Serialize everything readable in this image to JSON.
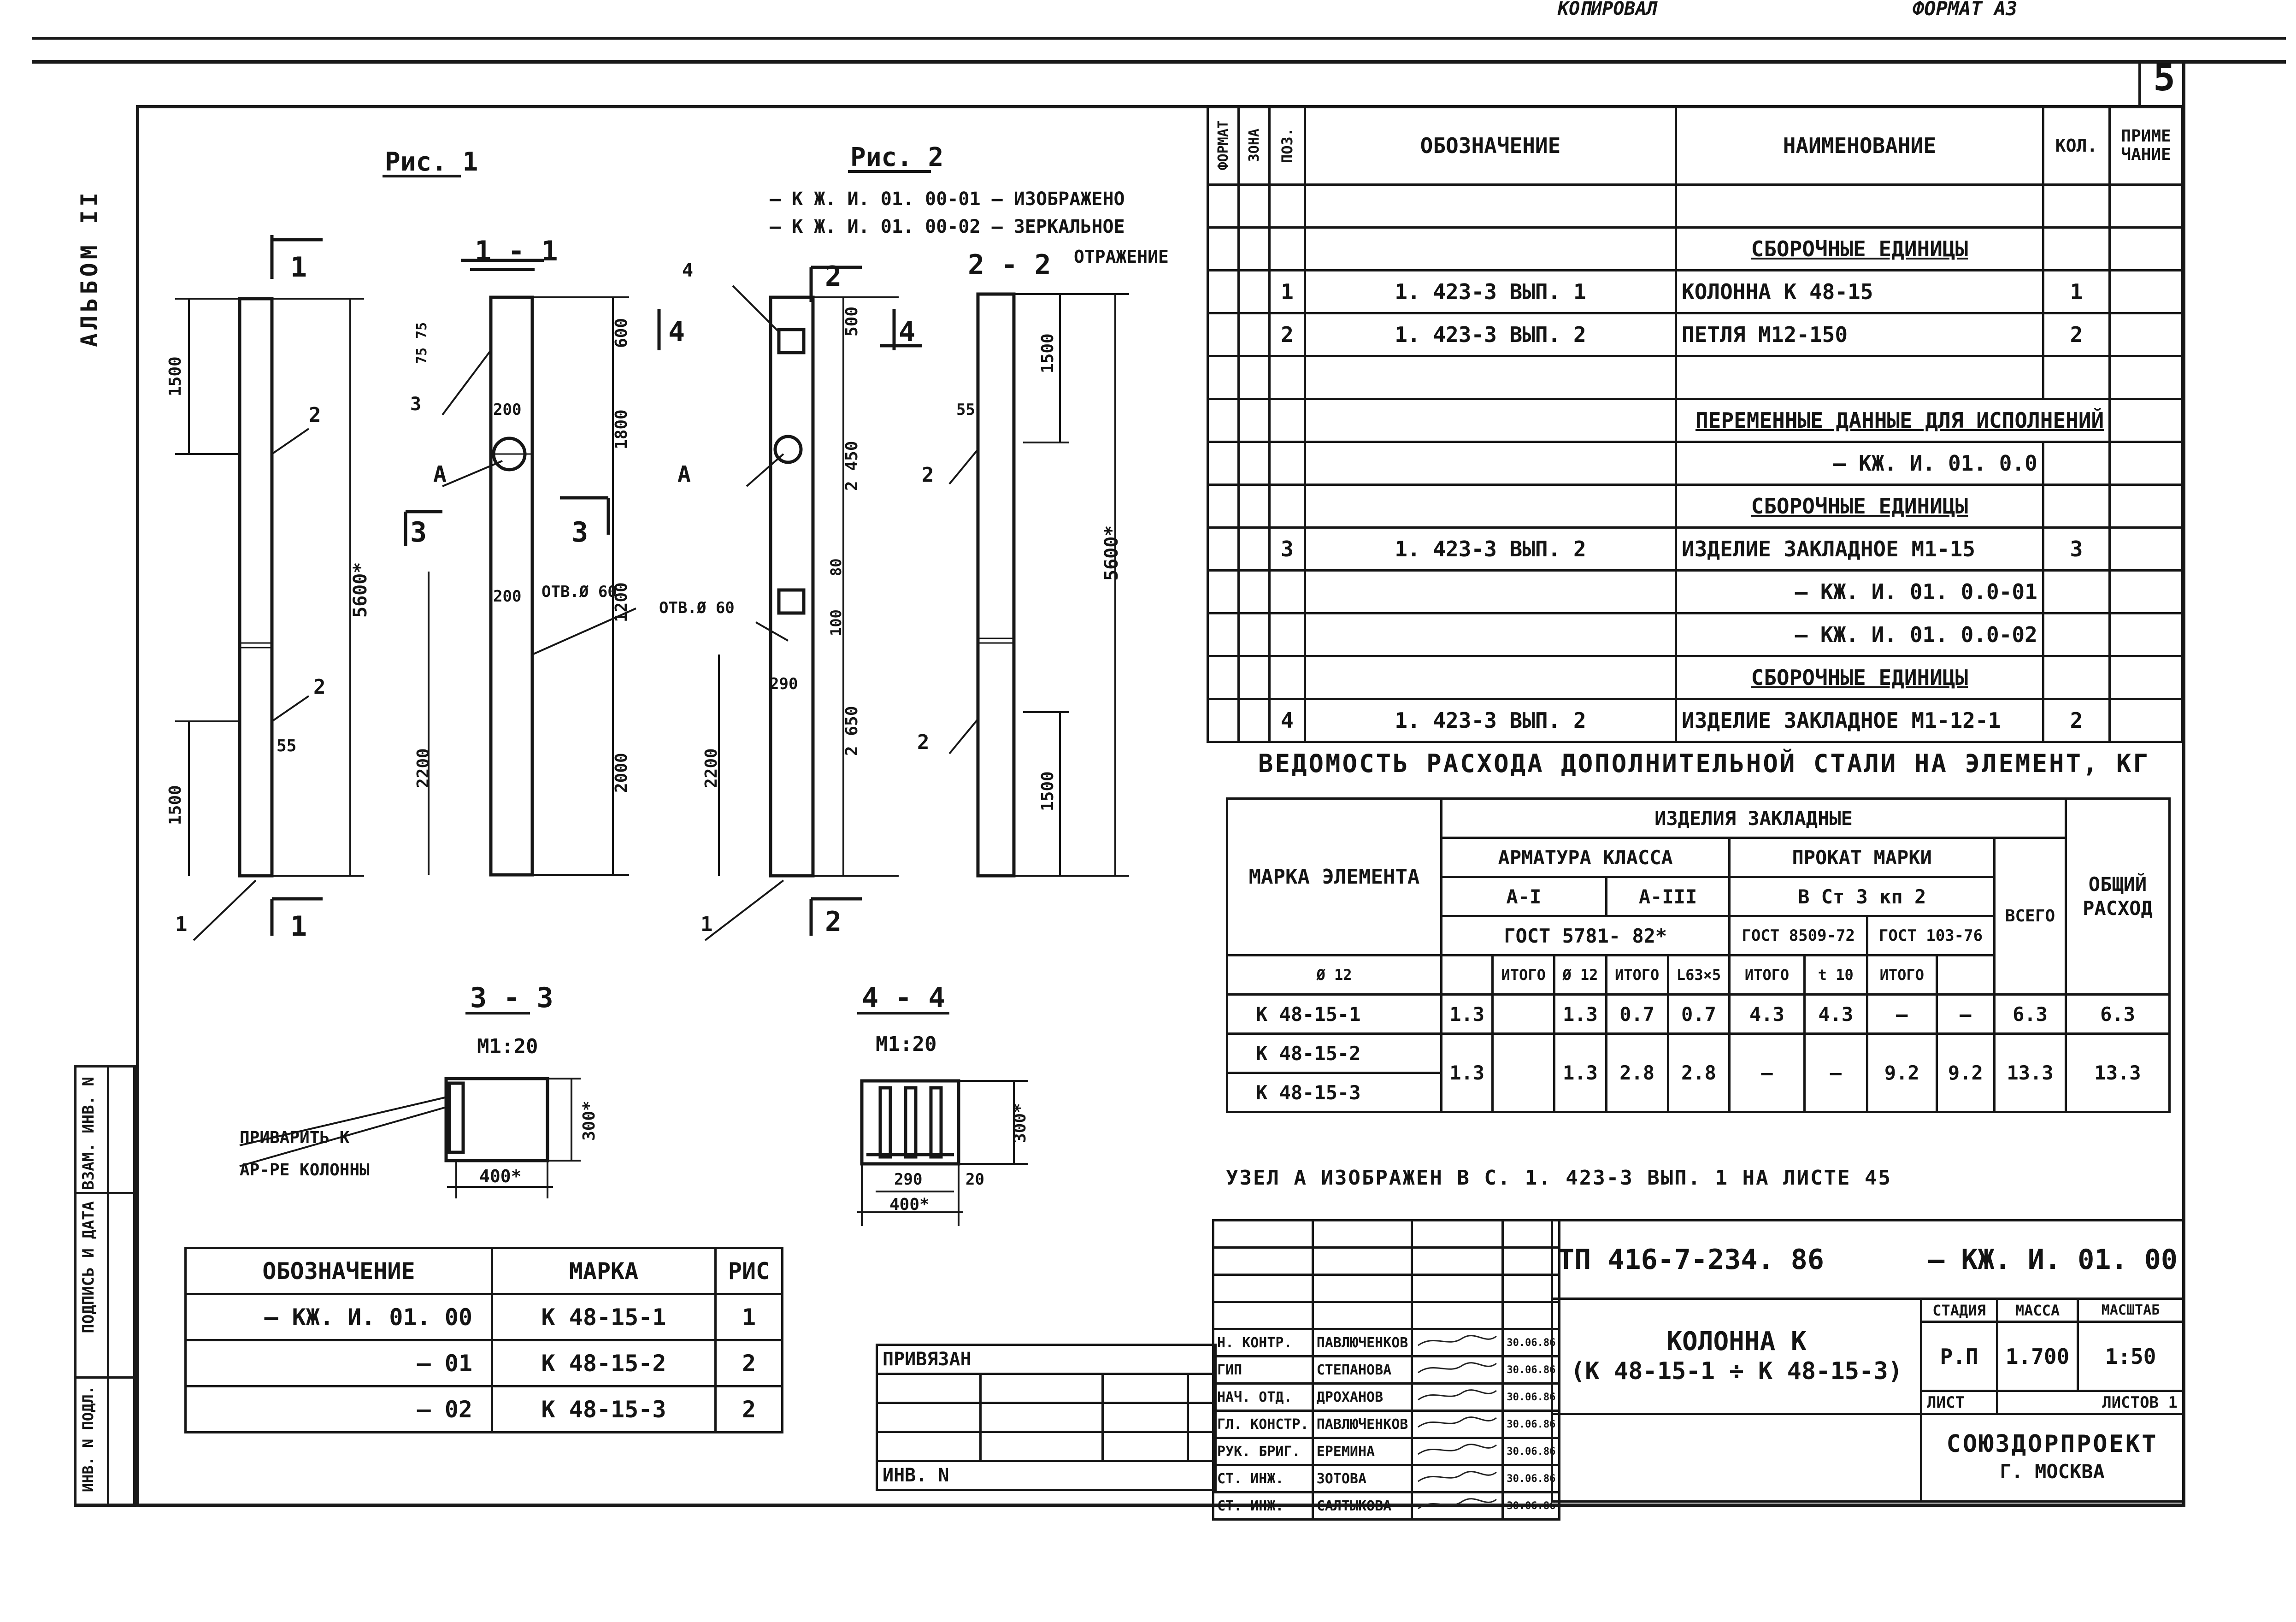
{
  "top": {
    "copied": "КОПИРОВАЛ",
    "format": "ФОРМАТ А3",
    "sheet_no": "5"
  },
  "album": "АЛЬБОМ II",
  "left_strip": [
    "ВЗАМ. ИНВ. N",
    "ПОДПИСЬ И ДАТА",
    "ИНВ. N ПОДЛ."
  ],
  "drawing": {
    "fig1": "Рис. 1",
    "fig2": "Рис. 2",
    "fig2_note1": "— К Ж. И. 01. 00-01 — ИЗОБРАЖЕНО",
    "fig2_note2": "— К Ж. И. 01. 00-02 — ЗЕРКАЛЬНОЕ",
    "fig2_note3": "ОТРАЖЕНИЕ",
    "sec11": "1 - 1",
    "sec22": "2 - 2",
    "sec33": "3 - 3",
    "sec44": "4 - 4",
    "scale33": "М1:20",
    "scale44": "М1:20",
    "weld_note1": "ПРИВАРИТЬ К",
    "weld_note2": "АР-РЕ КОЛОННЫ",
    "dims": {
      "d1500": "1500",
      "d5600s": "5600*",
      "d55": "55",
      "d75": "75",
      "d200": "200",
      "d600": "600",
      "d1800": "1800",
      "d1200": "1200",
      "d2200": "2200",
      "d2000": "2000",
      "otv60": "ОТВ.Ø 60",
      "d500": "500",
      "d2450": "2 450",
      "d80": "80",
      "d100": "100",
      "d290": "290",
      "d2650": "2 650",
      "d400s": "400*",
      "d300s": "300*",
      "d20": "20",
      "sA": "А",
      "s1": "1",
      "s2": "2",
      "s3": "3",
      "s4": "4"
    }
  },
  "spec": {
    "headers": {
      "format": "ФОРМАТ",
      "zone": "ЗОНА",
      "pos": "ПОЗ.",
      "designation": "ОБОЗНАЧЕНИЕ",
      "name": "НАИМЕНОВАНИЕ",
      "qty": "КОЛ.",
      "note": "ПРИМЕ ЧАНИЕ"
    },
    "rows": [
      {
        "pos": "",
        "des": "",
        "name": "",
        "qty": ""
      },
      {
        "pos": "",
        "des": "",
        "name": "СБОРОЧНЫЕ ЕДИНИЦЫ",
        "qty": "",
        "u": true
      },
      {
        "pos": "1",
        "des": "1. 423-3 ВЫП. 1",
        "name": "КОЛОННА К 48-15",
        "qty": "1"
      },
      {
        "pos": "2",
        "des": "1. 423-3 ВЫП. 2",
        "name": "ПЕТЛЯ М12-150",
        "qty": "2"
      },
      {
        "pos": "",
        "des": "",
        "name": "",
        "qty": ""
      },
      {
        "pos": "",
        "des": "",
        "name": "ПЕРЕМЕННЫЕ ДАННЫЕ ДЛЯ ИСПОЛНЕНИЙ",
        "qty": "",
        "span": true,
        "u": true
      },
      {
        "pos": "",
        "des": "",
        "name": "— КЖ. И. 01. 0.0",
        "qty": "",
        "r": true
      },
      {
        "pos": "",
        "des": "",
        "name": "СБОРОЧНЫЕ ЕДИНИЦЫ",
        "qty": "",
        "u": true
      },
      {
        "pos": "3",
        "des": "1. 423-3 ВЫП. 2",
        "name": "ИЗДЕЛИЕ ЗАКЛАДНОЕ М1-15",
        "qty": "3"
      },
      {
        "pos": "",
        "des": "",
        "name": "— КЖ. И. 01. 0.0-01",
        "qty": "",
        "r": true
      },
      {
        "pos": "",
        "des": "",
        "name": "— КЖ. И. 01. 0.0-02",
        "qty": "",
        "r": true
      },
      {
        "pos": "",
        "des": "",
        "name": "СБОРОЧНЫЕ ЕДИНИЦЫ",
        "qty": "",
        "u": true
      },
      {
        "pos": "4",
        "des": "1. 423-3 ВЫП. 2",
        "name": "ИЗДЕЛИЕ ЗАКЛАДНОЕ М1-12-1",
        "qty": "2"
      }
    ]
  },
  "steel": {
    "title": "ВЕДОМОСТЬ РАСХОДА ДОПОЛНИТЕЛЬНОЙ СТАЛИ НА ЭЛЕМЕНТ, КГ",
    "h_mark": "МАРКА ЭЛЕМЕНТА",
    "h_embedded": "ИЗДЕЛИЯ ЗАКЛАДНЫЕ",
    "h_rebar": "АРМАТУРА КЛАССА",
    "h_rolled": "ПРОКАТ МАРКИ",
    "h_a1": "А-I",
    "h_a3": "А-III",
    "h_vst": "В Ст 3 кп 2",
    "h_gost1": "ГОСТ 5781- 82*",
    "h_gost2": "ГОСТ 8509-72",
    "h_gost3": "ГОСТ 103-76",
    "h_total": "ВСЕГО",
    "h_overall": "ОБЩИЙ РАСХОД",
    "sub": [
      "Ø 12",
      "",
      "ИТОГО",
      "Ø 12",
      "ИТОГО",
      "L63×5",
      "ИТОГО",
      "t 10",
      "ИТОГО"
    ],
    "rows": [
      {
        "mark": "К 48-15-1",
        "v": [
          "1.3",
          "",
          "1.3",
          "0.7",
          "0.7",
          "4.3",
          "4.3",
          "—",
          "—",
          "6.3",
          "6.3"
        ]
      },
      {
        "mark": "К 48-15-2",
        "v": [
          "1.3",
          "",
          "1.3",
          "2.8",
          "2.8",
          "—",
          "—",
          "9.2",
          "9.2",
          "13.3",
          "13.3"
        ]
      },
      {
        "mark": "К 48-15-3"
      }
    ],
    "node_note": "УЗЕЛ А ИЗОБРАЖЕН В С. 1. 423-3 ВЫП. 1 НА ЛИСТЕ 45"
  },
  "marks": {
    "headers": [
      "ОБОЗНАЧЕНИЕ",
      "МАРКА",
      "РИС"
    ],
    "rows": [
      [
        "— КЖ. И. 01. 00",
        "К 48-15-1",
        "1"
      ],
      [
        "— 01",
        "К 48-15-2",
        "2"
      ],
      [
        "— 02",
        "К 48-15-3",
        "2"
      ]
    ]
  },
  "binding": {
    "label": "ПРИВЯЗАН",
    "inv": "ИНВ. N"
  },
  "stamp": {
    "rows": [
      [
        "Н. КОНТР.",
        "ПАВЛЮЧЕНКОВ",
        "30.06.86"
      ],
      [
        "ГИП",
        "СТЕПАНОВА",
        "30.06.86"
      ],
      [
        "НАЧ. ОТД.",
        "ДРОХАНОВ",
        "30.06.86"
      ],
      [
        "ГЛ. КОНСТР.",
        "ПАВЛЮЧЕНКОВ",
        "30.06.86"
      ],
      [
        "РУК. БРИГ.",
        "ЕРЕМИНА",
        "30.06.86"
      ],
      [
        "СТ. ИНЖ.",
        "ЗОТОВА",
        "30.06.86"
      ],
      [
        "СТ. ИНЖ.",
        "САЛТЫКОВА",
        "30.06.86"
      ]
    ],
    "doc_code": "ТП 416-7-234. 86",
    "doc_mark": "— КЖ. И. 01. 00",
    "title1": "КОЛОННА К",
    "title2": "(К 48-15-1 ÷ К 48-15-3)",
    "stage_h": "СТАДИЯ",
    "mass_h": "МАССА",
    "scale_h": "МАСШТАБ",
    "stage": "Р.П",
    "mass": "1.700",
    "scale": "1:50",
    "sheet_h": "ЛИСТ",
    "sheets_h": "ЛИСТОВ 1",
    "org": "СОЮЗДОРПРОЕКТ",
    "city": "Г. МОСКВА"
  }
}
